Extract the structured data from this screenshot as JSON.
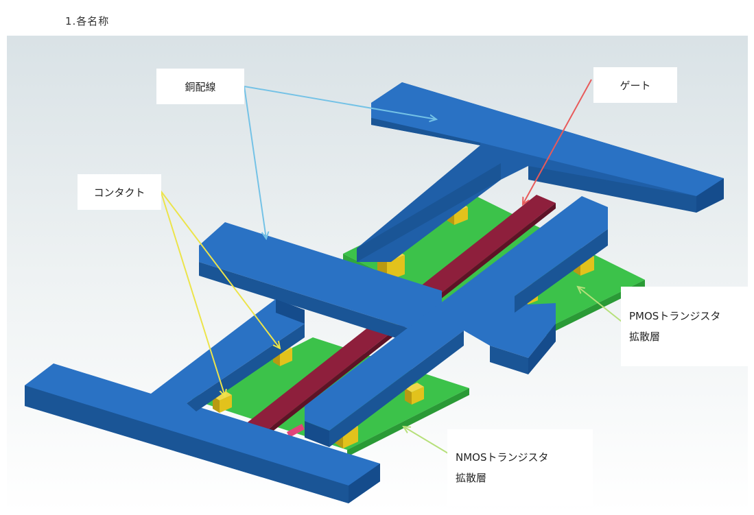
{
  "heading": "1.各名称",
  "labels": {
    "copper_wiring": "銅配線",
    "gate": "ゲート",
    "contact": "コンタクト",
    "pmos_line1": "PMOSトランジスタ",
    "pmos_line2": "拡散層",
    "nmos_line1": "NMOSトランジスタ",
    "nmos_line2": "拡散層"
  },
  "colors": {
    "copper_wiring": "#1f5fa8",
    "gate": "#8e1f3c",
    "contact": "#e2c21c",
    "diffusion": "#3cc24a",
    "arrow_copper": "#74c2e6",
    "arrow_gate": "#e85a5a",
    "arrow_contact": "#ece44a",
    "arrow_diffusion": "#b6e07a"
  }
}
